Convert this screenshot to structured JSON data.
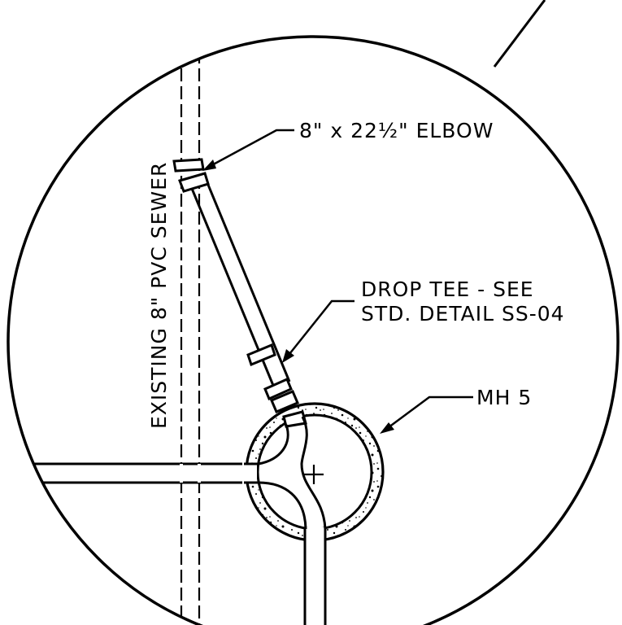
{
  "labels": {
    "elbow": "8\" x 22½\" ELBOW",
    "drop_tee_line1": "DROP TEE - SEE",
    "drop_tee_line2": "STD. DETAIL SS-04",
    "manhole": "MH 5",
    "existing_sewer": "EXISTING 8\" PVC SEWER"
  },
  "colors": {
    "ink": "#000000",
    "paper": "#ffffff"
  }
}
